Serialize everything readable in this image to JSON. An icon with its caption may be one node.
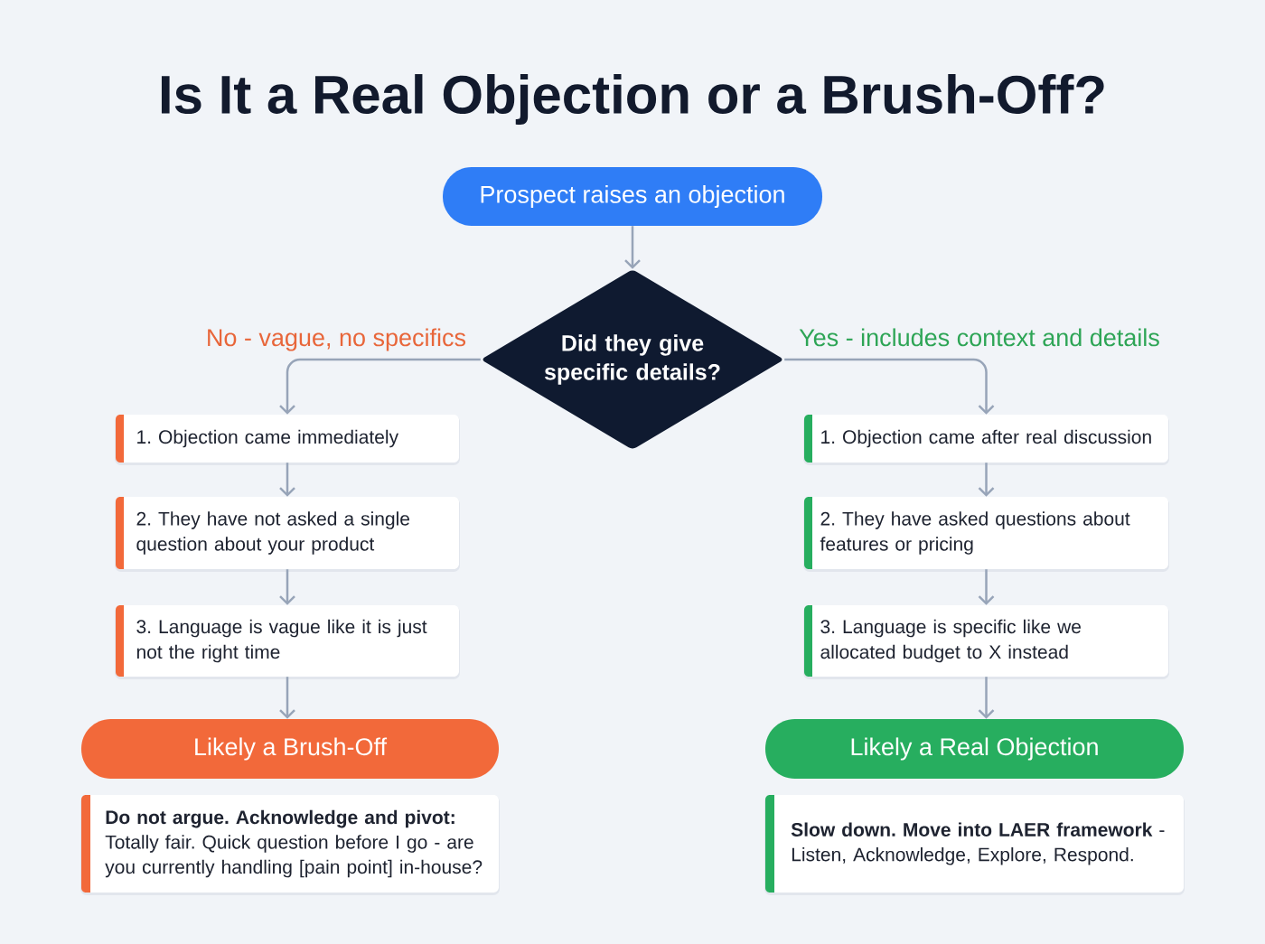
{
  "diagram": {
    "title": "Is It a Real Objection or a Brush-Off?",
    "nodes": [
      {
        "text": [
          "Prospect raises an objection"
        ]
      },
      {
        "text": [
          "Did they give specific details?"
        ]
      },
      {
        "text": [
          "1. Objection came immediately"
        ]
      },
      {
        "text": [
          "2. They have not asked a single question about your product"
        ]
      },
      {
        "text": [
          "3. Language is vague like it is just not the right time"
        ]
      },
      {
        "text": [
          "1. Objection came after real discussion"
        ]
      },
      {
        "text": [
          "2. They have asked questions about features or pricing"
        ]
      },
      {
        "text": [
          "3. Language is specific like we allocated budget to X instead"
        ]
      },
      {
        "text": [
          "Likely a Brush-Off"
        ]
      },
      {
        "text": [
          "Likely a Real Objection"
        ]
      },
      {
        "text": [
          "Do not argue. Acknowledge and pivot:",
          "Totally fair. Quick question before I go - are you currently handling [pain point] in-house?"
        ]
      },
      {
        "text": [
          "**Slow down. Move into LAER framework** - Listen, Acknowledge, Explore, Respond."
        ]
      }
    ],
    "edges": [
      {
        "from": 0,
        "to": 1,
        "arrow": "to"
      },
      {
        "from": 1,
        "to": 2,
        "arrow": "to",
        "label": "No - vague, no specifics"
      },
      {
        "from": 1,
        "to": 5,
        "arrow": "to",
        "label": "Yes - includes context and details"
      },
      {
        "from": 2,
        "to": 3,
        "arrow": "to"
      },
      {
        "from": 3,
        "to": 4,
        "arrow": "to"
      },
      {
        "from": 4,
        "to": 8,
        "arrow": "to"
      },
      {
        "from": 5,
        "to": 6,
        "arrow": "to"
      },
      {
        "from": 6,
        "to": 7,
        "arrow": "to"
      },
      {
        "from": 7,
        "to": 9,
        "arrow": "to"
      }
    ]
  }
}
